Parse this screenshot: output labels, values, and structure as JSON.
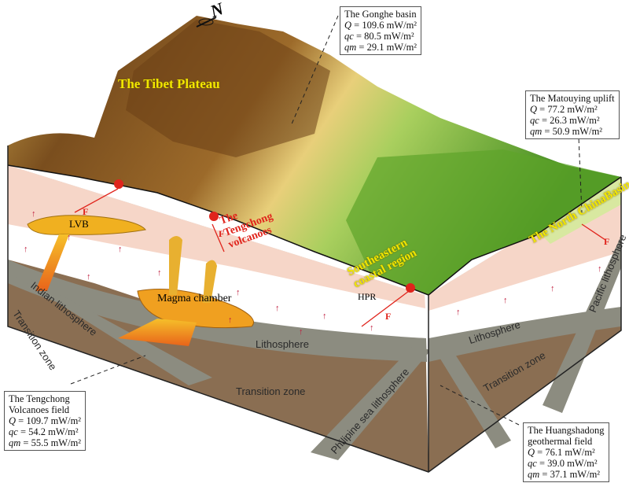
{
  "title_labels": {
    "tibet": "The Tibet Plateau",
    "north_china": "The North ChinaBasin",
    "southeastern": "Southeastern coastal region",
    "tengchong": "The Tengchong volcanoes",
    "lvb": "LVB",
    "magma": "Magma chamber",
    "hpr": "HPR",
    "fault": "F",
    "north_arrow": "N"
  },
  "layers": {
    "indian": "Indian lithosphere",
    "transition_left": "Transition zone",
    "lithosphere_center": "Lithosphere",
    "transition_center": "Transition zone",
    "philipine": "Philipine sea lithosphere",
    "lithosphere_right": "Lithosphere",
    "transition_right": "Transition zone",
    "pacific": "Pacific lithosphere"
  },
  "boxes": {
    "gonghe": {
      "name": "The Gonghe basin",
      "Q": "= 109.6 mW/m²",
      "qc": "= 80.5 mW/m²",
      "qm": "= 29.1 mW/m²"
    },
    "matouying": {
      "name": "The Matouying uplift",
      "Q": "= 77.2 mW/m²",
      "qc": "= 26.3 mW/m²",
      "qm": "= 50.9 mW/m²"
    },
    "tengchong": {
      "name": "The Tengchong",
      "name2": "Volcanoes field",
      "Q": "= 109.7 mW/m²",
      "qc": "= 54.2 mW/m²",
      "qm": "= 55.5 mW/m²"
    },
    "huangshadong": {
      "name": "The Huangshadong",
      "name2": "geothermal field",
      "Q": "= 76.1 mW/m²",
      "qc": "= 39.0 mW/m²",
      "qm": "= 37.1 mW/m²"
    }
  },
  "symbols": {
    "Q": "Q",
    "qc": "qc",
    "qm": "qm"
  },
  "colors": {
    "crust": "#f6d6c8",
    "lithosphere": "#8c8c80",
    "transition": "#8a6e52",
    "magma": "#f0a020",
    "label_yellow": "#f2e600",
    "label_red": "#e0241c"
  }
}
